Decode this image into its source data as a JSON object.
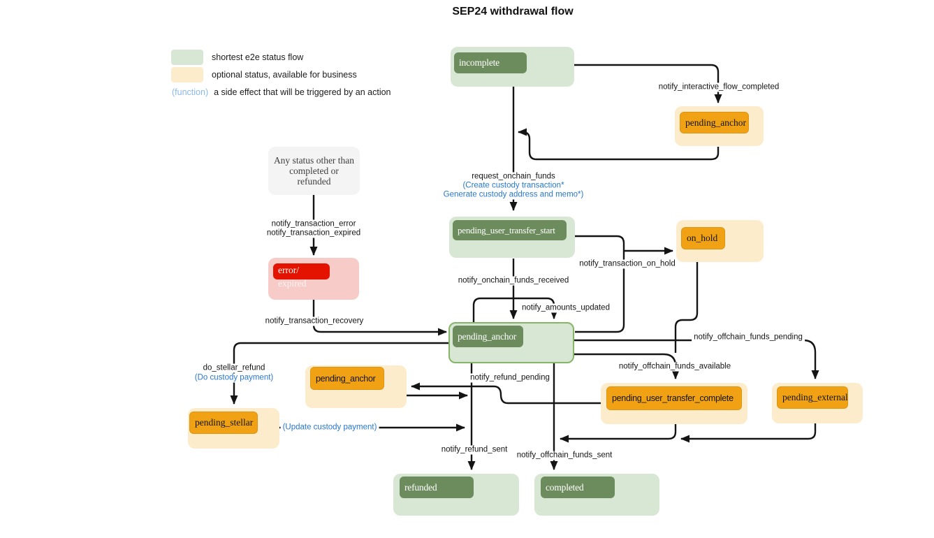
{
  "title": "SEP24 withdrawal flow",
  "legend": {
    "green_label": "shortest e2e status flow",
    "yellow_label": "optional status, available for business",
    "function_token": "(function)",
    "function_label": "a side effect that will be triggered by an action"
  },
  "note": {
    "text": "Any status other than completed or refunded"
  },
  "nodes": {
    "incomplete": "incomplete",
    "pending_anchor_top": "pending_anchor",
    "pending_user_transfer_start": "pending_user_transfer_start",
    "on_hold": "on_hold",
    "error_line1": "error/",
    "error_line2": "expired",
    "pending_anchor_center": "pending_anchor",
    "pending_anchor_small": "pending_anchor",
    "pending_stellar": "pending_stellar",
    "pending_user_transfer_complete": "pending_user_transfer_complete",
    "pending_external": "pending_external",
    "refunded": "refunded",
    "completed": "completed"
  },
  "edges": {
    "notify_interactive_flow_completed": "notify_interactive_flow_completed",
    "request_onchain_funds": "request_onchain_funds",
    "request_onchain_funds_fn1": "(Create custody transaction*",
    "request_onchain_funds_fn2": "Generate custody address and memo*)",
    "notify_transaction_error": "notify_transaction_error",
    "notify_transaction_expired": "notify_transaction_expired",
    "notify_transaction_recovery": "notify_transaction_recovery",
    "notify_onchain_funds_received": "notify_onchain_funds_received",
    "notify_amounts_updated": "notify_amounts_updated",
    "notify_transaction_on_hold": "notify_transaction_on_hold",
    "notify_offchain_funds_pending": "notify_offchain_funds_pending",
    "notify_offchain_funds_available": "notify_offchain_funds_available",
    "notify_refund_pending": "notify_refund_pending",
    "do_stellar_refund": "do_stellar_refund",
    "do_stellar_refund_fn": "(Do custody payment)",
    "update_custody_payment_fn": "(Update custody payment)",
    "notify_refund_sent": "notify_refund_sent",
    "notify_offchain_funds_sent": "notify_offchain_funds_sent"
  },
  "colors": {
    "green_light": "#d7e7d4",
    "green_dark": "#6d8c5e",
    "green_border": "#85b567",
    "yellow_light": "#fdeccc",
    "orange": "#f0a214",
    "pink": "#f6cbc8",
    "red": "#e41300",
    "gray_note": "#f4f4f4",
    "blue_function": "#2878cd",
    "blue_legend": "#8ab9e8",
    "line": "#141414"
  }
}
